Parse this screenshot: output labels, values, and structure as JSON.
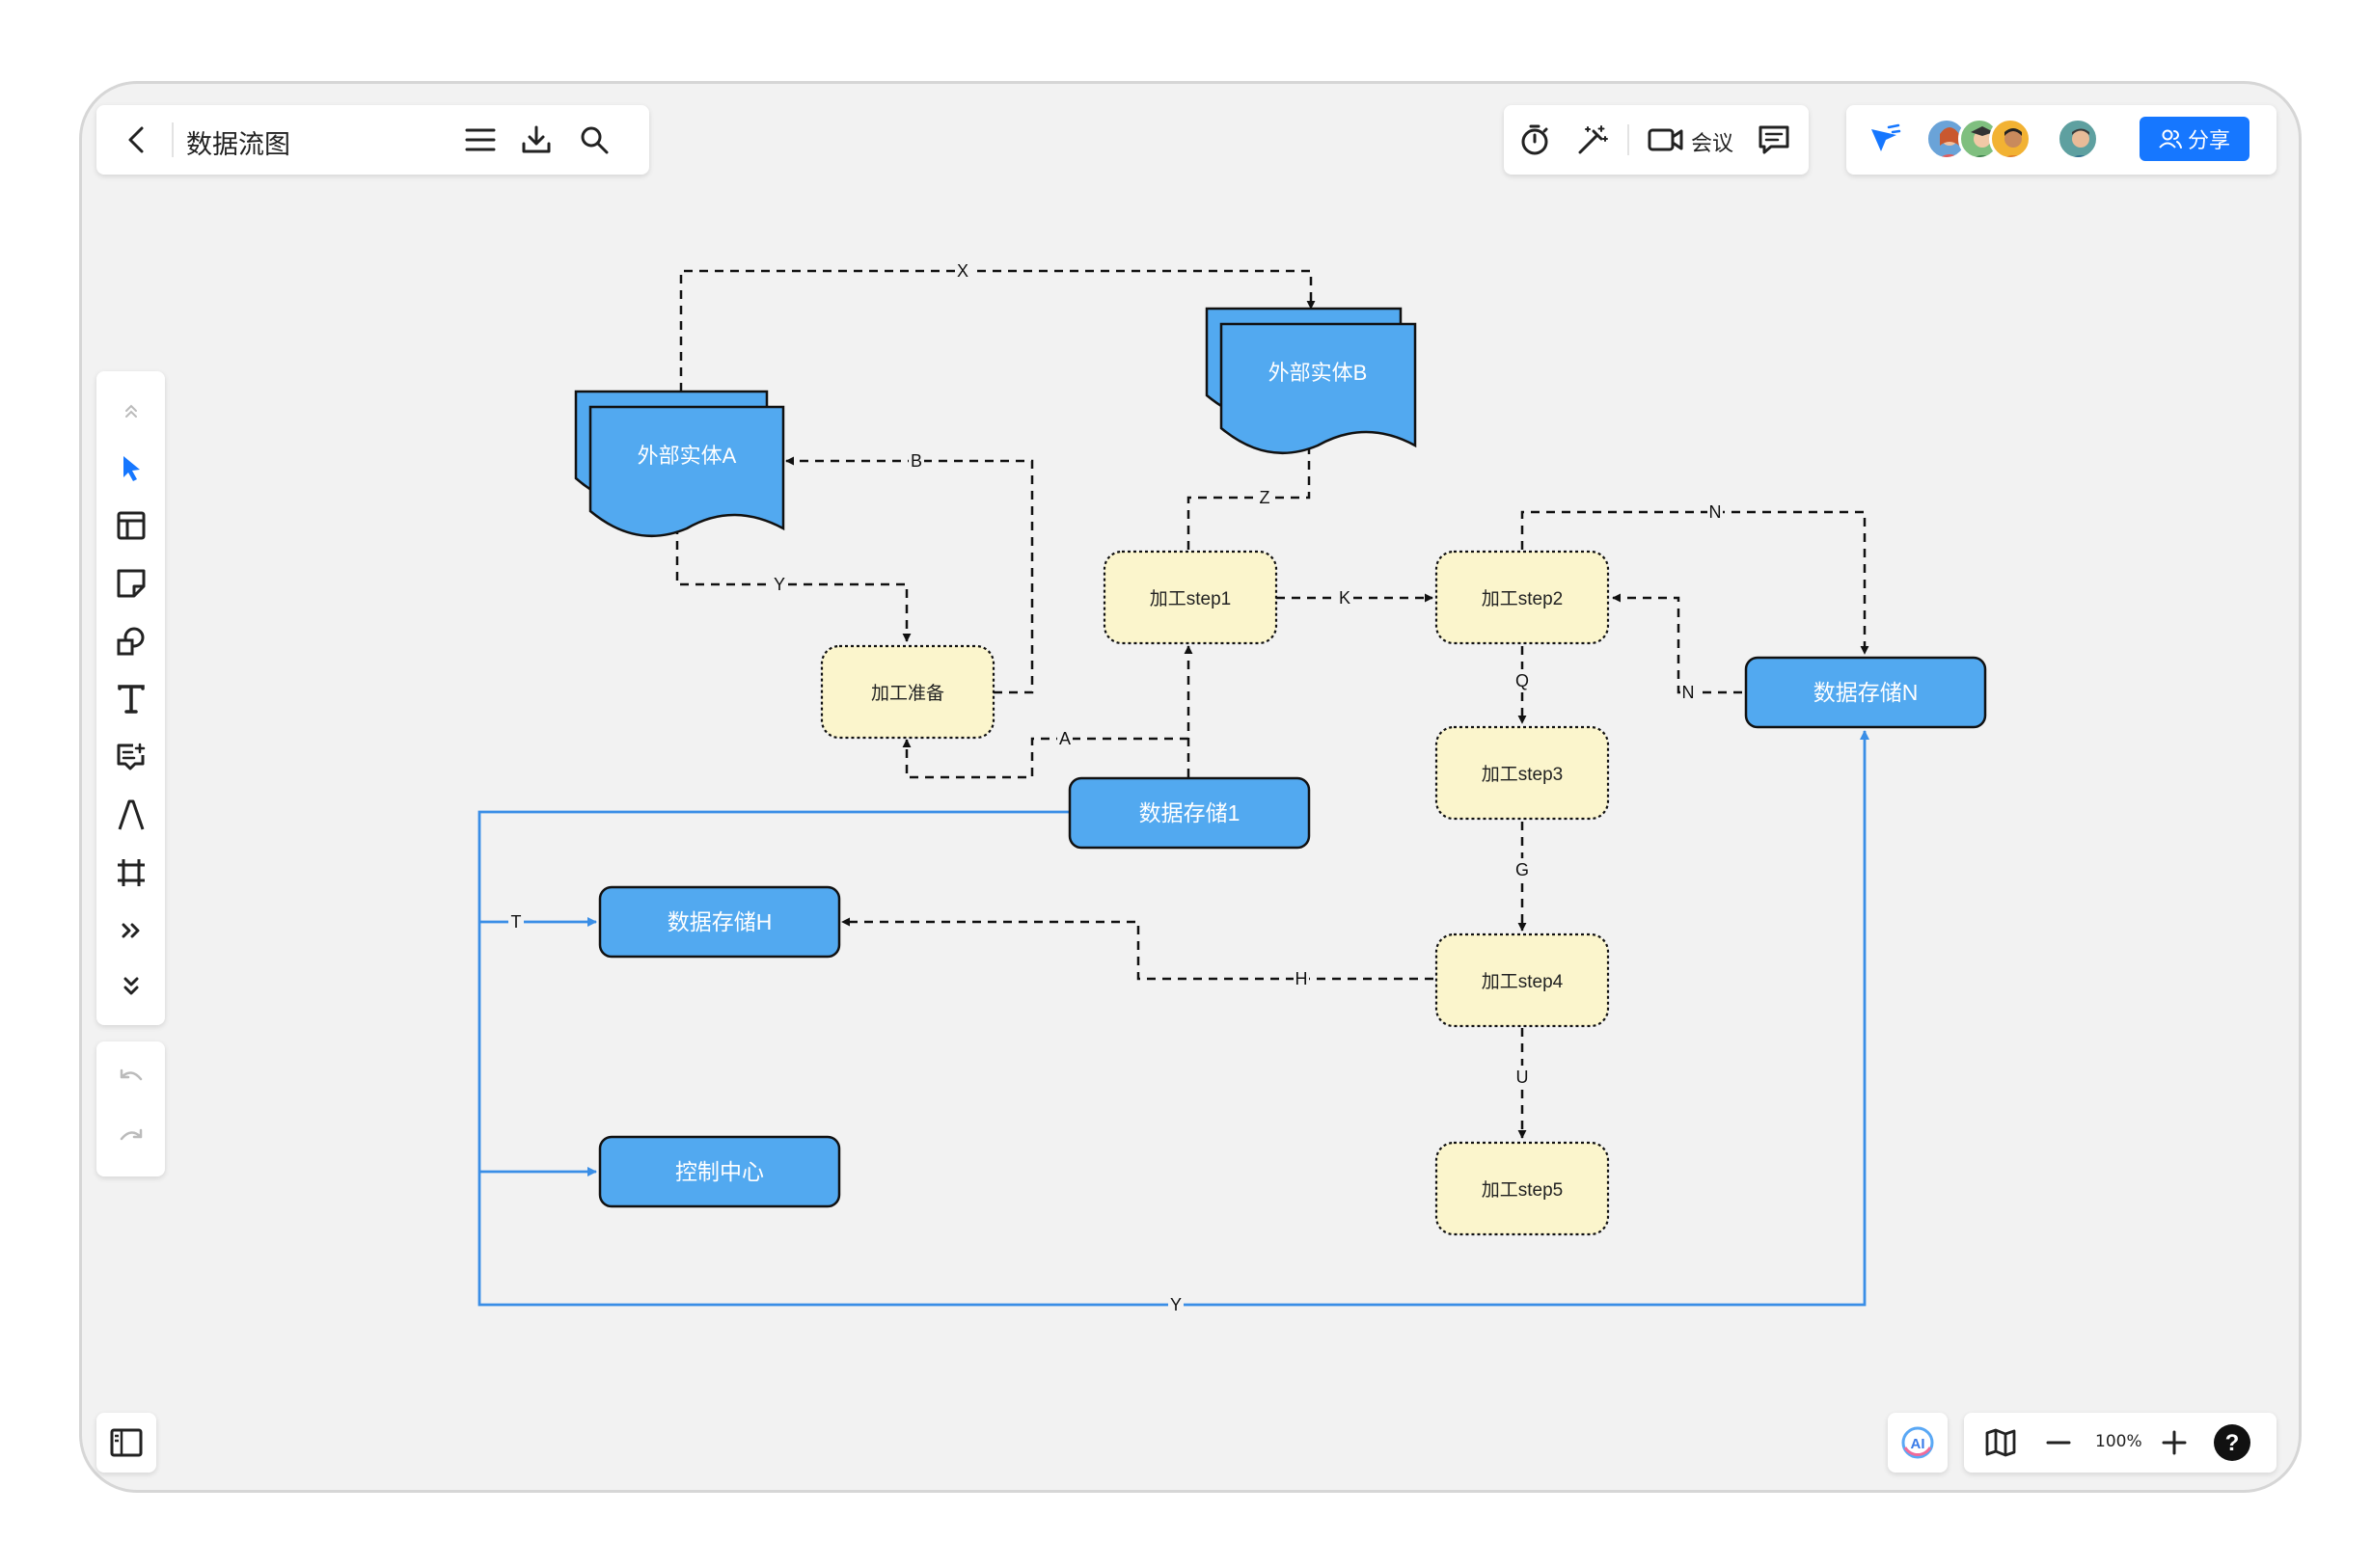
{
  "header": {
    "title": "数据流图",
    "meeting_label": "会议",
    "share_label": "分享"
  },
  "zoom": {
    "level": "100%"
  },
  "icons": {
    "back": "chevron-left-icon",
    "menu": "menu-icon",
    "download": "download-icon",
    "search": "search-icon",
    "timer": "timer-icon",
    "magic": "magic-wand-icon",
    "video": "video-icon",
    "comment": "comment-icon",
    "cursor_follow": "cursor-follow-icon",
    "share": "users-icon",
    "ai": "ai-icon",
    "map": "map-icon",
    "help": "help-icon",
    "sidebar": "sidebar-toggle-icon"
  },
  "colors": {
    "accent": "#1677ff",
    "node_blue": "#52a9f0",
    "process_fill": "#fbf5cc",
    "flow_blue": "#3a8ee6"
  },
  "diagram": {
    "nodes": {
      "ext_a": "外部实体A",
      "ext_b": "外部实体B",
      "prep": "加工准备",
      "step1": "加工step1",
      "step2": "加工step2",
      "step3": "加工step3",
      "step4": "加工step4",
      "step5": "加工step5",
      "store1": "数据存储1",
      "storeH": "数据存储H",
      "storeN": "数据存储N",
      "control": "控制中心"
    },
    "edges": {
      "x": "X",
      "b": "B",
      "y1": "Y",
      "z": "Z",
      "k": "K",
      "n_top": "N",
      "n_side": "N",
      "q": "Q",
      "a": "A",
      "g": "G",
      "h": "H",
      "u": "U",
      "t": "T",
      "y2": "Y"
    }
  }
}
